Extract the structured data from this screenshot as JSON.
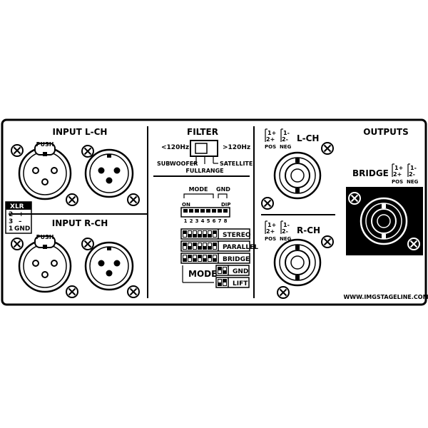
{
  "inputs": {
    "left": {
      "title": "INPUT L-CH",
      "push_label": "PUSH"
    },
    "right": {
      "title": "INPUT R-CH",
      "push_label": "PUSH"
    }
  },
  "xlr_pinout": {
    "title": "XLR",
    "rows": [
      {
        "pin": "2",
        "signal": "+"
      },
      {
        "pin": "3",
        "signal": "–"
      },
      {
        "pin": "1",
        "signal": "GND"
      }
    ]
  },
  "filter": {
    "title": "FILTER",
    "low_label": "<120Hz",
    "high_label": ">120Hz",
    "subwoofer_label": "SUBWOOFER",
    "satellite_label": "SATELLITE",
    "fullrange_label": "FULLRANGE"
  },
  "dip": {
    "mode_label": "MODE",
    "gnd_label": "GND",
    "on_label": "ON",
    "dip_label": "DIP",
    "numbers": [
      "1",
      "2",
      "3",
      "4",
      "5",
      "6",
      "7",
      "8"
    ]
  },
  "mode_table": {
    "mode_title": "MODE",
    "rows": [
      {
        "label": "STEREO",
        "pattern": [
          0,
          1,
          1,
          1,
          1,
          1,
          0
        ]
      },
      {
        "label": "PARALLEL",
        "pattern": [
          0,
          1,
          0,
          1,
          1,
          1,
          0
        ]
      },
      {
        "label": "BRIDGE",
        "pattern": [
          1,
          0,
          1,
          0,
          1,
          0,
          1
        ]
      }
    ],
    "gnd_rows": [
      {
        "label": "GND",
        "pattern": [
          0,
          1
        ]
      },
      {
        "label": "LIFT",
        "pattern": [
          1,
          0
        ]
      }
    ]
  },
  "outputs": {
    "title": "OUTPUTS",
    "left": {
      "label": "L-CH"
    },
    "right": {
      "label": "R-CH"
    },
    "bridge": {
      "label": "BRIDGE"
    },
    "pin_legend": {
      "a": "1+",
      "b": "1-",
      "c": "2+",
      "d": "2-",
      "pos": "POS",
      "neg": "NEG"
    }
  },
  "website": "WWW.IMGSTAGELINE.COM"
}
